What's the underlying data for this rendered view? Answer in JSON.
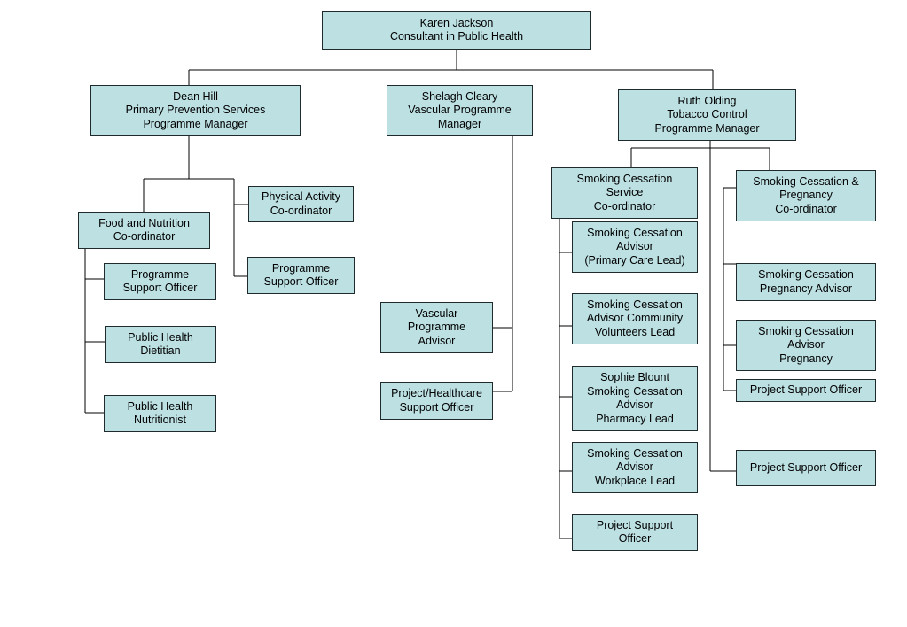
{
  "diagram": {
    "colors": {
      "box_fill": "#bde0e3",
      "box_border": "#1f2a2c",
      "connector": "#000000"
    },
    "nodes": {
      "karen": [
        "Karen Jackson",
        "Consultant in Public Health"
      ],
      "dean": [
        "Dean Hill",
        "Primary Prevention Services",
        "Programme Manager"
      ],
      "shelagh": [
        "Shelagh Cleary",
        "Vascular Programme",
        "Manager"
      ],
      "ruth": [
        "Ruth Olding",
        "Tobacco Control",
        "Programme Manager"
      ],
      "food": [
        "Food and Nutrition",
        "Co-ordinator"
      ],
      "physical": [
        "Physical Activity",
        "Co-ordinator"
      ],
      "pso_dean": [
        "Programme",
        "Support Officer"
      ],
      "pso_food": [
        "Programme",
        "Support Officer"
      ],
      "dietitian": [
        "Public Health",
        "Dietitian"
      ],
      "nutritionist": [
        "Public Health",
        "Nutritionist"
      ],
      "vascular_advisor": [
        "Vascular",
        "Programme",
        "Advisor"
      ],
      "healthcare_officer": [
        "Project/Healthcare",
        "Support Officer"
      ],
      "scs_coord": [
        "Smoking Cessation",
        "Service",
        "Co-ordinator"
      ],
      "scp_coord": [
        "Smoking Cessation &",
        "Pregnancy",
        "Co-ordinator"
      ],
      "primary_care": [
        "Smoking Cessation",
        "Advisor",
        "(Primary Care Lead)"
      ],
      "community": [
        "Smoking Cessation",
        "Advisor Community",
        "Volunteers Lead"
      ],
      "pharmacy": [
        "Sophie Blount",
        "Smoking Cessation",
        "Advisor",
        "Pharmacy Lead"
      ],
      "workplace": [
        "Smoking Cessation",
        "Advisor",
        "Workplace Lead"
      ],
      "pso_service": [
        "Project Support",
        "Officer"
      ],
      "preg_advisor": [
        "Smoking Cessation",
        "Pregnancy Advisor"
      ],
      "advisor_preg": [
        "Smoking Cessation",
        "Advisor",
        "Pregnancy"
      ],
      "pso_preg": [
        "Project Support Officer"
      ],
      "pso_ruth": [
        "Project Support Officer"
      ]
    }
  }
}
